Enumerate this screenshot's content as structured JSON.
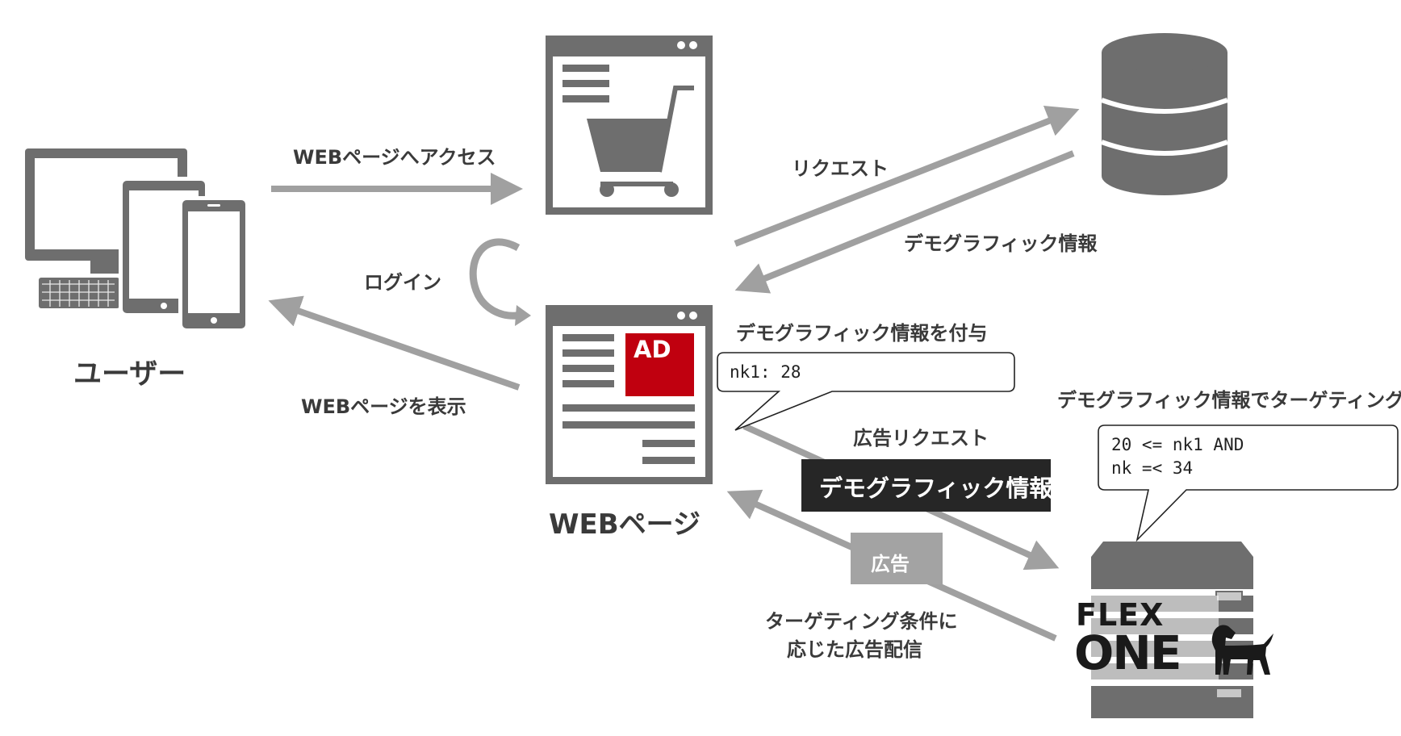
{
  "colors": {
    "gray": "#6e6e6e",
    "arrow": "#a0a0a0",
    "ad_red": "#c0000f",
    "dark_box": "#262626",
    "light_box": "#a3a3a3",
    "text": "#3a3a3a"
  },
  "user": {
    "label": "ユーザー",
    "icons": [
      "desktop-monitor-icon",
      "keyboard-icon",
      "tablet-icon",
      "smartphone-icon"
    ]
  },
  "shop_page": {
    "icons": [
      "browser-window-icon",
      "shopping-cart-icon"
    ]
  },
  "database": {
    "icons": [
      "database-icon"
    ]
  },
  "web_page": {
    "label": "WEBページ",
    "ad_label": "AD",
    "icons": [
      "browser-window-icon",
      "refresh-loop-icon"
    ]
  },
  "server": {
    "logo_top": "FLEX",
    "logo_bottom": "ONE",
    "icons": [
      "server-rack-icon",
      "dog-silhouette-icon"
    ]
  },
  "arrows": {
    "access": "WEBページへアクセス",
    "login": "ログイン",
    "display": "WEBページを表示",
    "request": "リクエスト",
    "demographic": "デモグラフィック情報",
    "attach": "デモグラフィック情報を付与",
    "ad_request": "広告リクエスト",
    "demographic_box": "デモグラフィック情報",
    "ad_box": "広告",
    "targeted_line1": "ターゲティング条件に",
    "targeted_line2": "応じた広告配信",
    "targeting": "デモグラフィック情報でターゲティング"
  },
  "bubbles": {
    "nk1": "nk1: 28",
    "cond_line1": "20 <= nk1 AND",
    "cond_line2": "nk =< 34"
  }
}
